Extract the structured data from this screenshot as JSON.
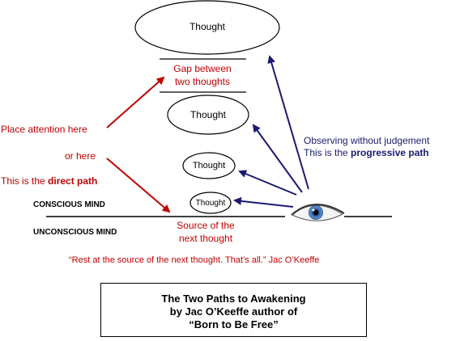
{
  "diagram": {
    "thoughts": {
      "large": "Thought",
      "medium": "Thought",
      "small": "Thought",
      "smallest": "Thought"
    },
    "gap_label": [
      "Gap between",
      "two thoughts"
    ],
    "left_labels": {
      "place_attention": "Place attention here",
      "or_here": "or here",
      "direct_prefix": "This is the ",
      "direct_path": "direct path"
    },
    "right_labels": {
      "observing": "Observing without judgement",
      "progressive_prefix": "This is the ",
      "progressive_path": "progressive path"
    },
    "mind_labels": {
      "conscious": "CONSCIOUS MIND",
      "unconscious": "UNCONSCIOUS MIND"
    },
    "source_label": [
      "Source of the",
      "next thought"
    ],
    "quote": "“Rest at the source of the next thought. That’s all.” Jac O’Keeffe",
    "title_box": [
      "The Two Paths to Awakening",
      "by Jac O’Keeffe author of",
      "“Born to Be Free”"
    ],
    "colors": {
      "red": "#c00000",
      "navy": "#1a1a70",
      "iris": "#3a6fb0"
    },
    "icons": {
      "eye": "eye-icon"
    }
  }
}
